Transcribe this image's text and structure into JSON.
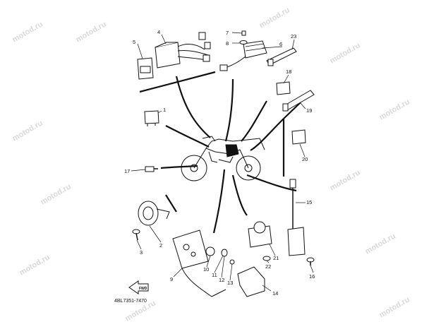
{
  "diagram": {
    "part_numbers": [
      "1",
      "2",
      "3",
      "4",
      "5",
      "6",
      "7",
      "8",
      "9",
      "10",
      "11",
      "12",
      "13",
      "14",
      "15",
      "16",
      "17",
      "18",
      "19",
      "20",
      "21",
      "22",
      "23"
    ],
    "diagram_code": "4BL7351-7470",
    "fwd_label": "FWD",
    "watermark": "motod.ru"
  }
}
